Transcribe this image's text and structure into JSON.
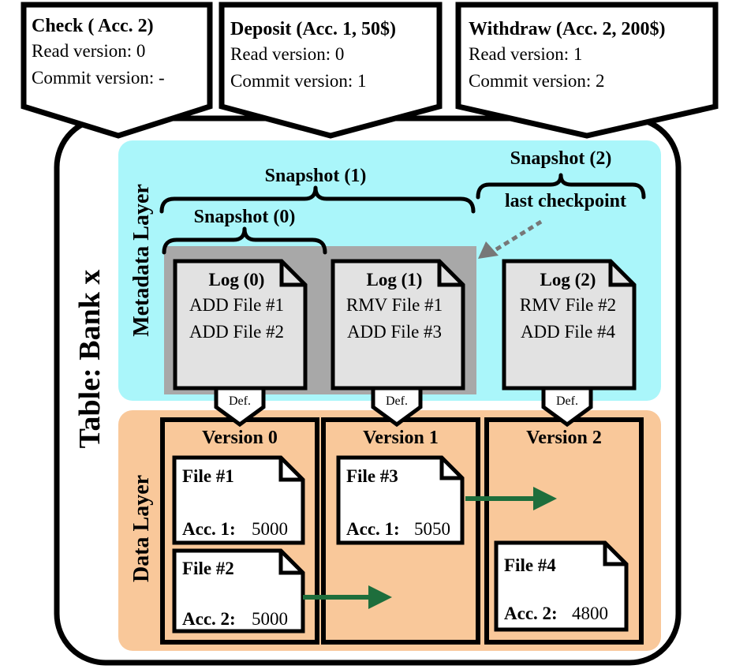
{
  "transactions": [
    {
      "title": "Check ( Acc. 2)",
      "read": "Read version: 0",
      "commit": "Commit version: -"
    },
    {
      "title": "Deposit (Acc. 1, 50$)",
      "read": "Read version: 0",
      "commit": "Commit version: 1"
    },
    {
      "title": "Withdraw (Acc. 2, 200$)",
      "read": "Read version: 1",
      "commit": "Commit version: 2"
    }
  ],
  "table_title": "Table: Bank x",
  "metadata_layer_label": "Metadata Layer",
  "data_layer_label": "Data Layer",
  "snapshots": {
    "s0": "Snapshot (0)",
    "s1": "Snapshot (1)",
    "s2": "Snapshot (2)",
    "checkpoint": "last checkpoint"
  },
  "logs": [
    {
      "title": "Log (0)",
      "line1": "ADD File #1",
      "line2": "ADD File #2"
    },
    {
      "title": "Log (1)",
      "line1": "RMV File #1",
      "line2": "ADD File #3"
    },
    {
      "title": "Log (2)",
      "line1": "RMV File #2",
      "line2": "ADD File #4"
    }
  ],
  "def_label": "Def.",
  "versions": [
    "Version 0",
    "Version 1",
    "Version 2"
  ],
  "files": [
    {
      "title": "File #1",
      "acc": "Acc. 1:",
      "value": "5000"
    },
    {
      "title": "File #2",
      "acc": "Acc. 2:",
      "value": "5000"
    },
    {
      "title": "File #3",
      "acc": "Acc. 1:",
      "value": "5050"
    },
    {
      "title": "File #4",
      "acc": "Acc. 2:",
      "value": "4800"
    }
  ],
  "colors": {
    "metadata_bg": "#aaf6fa",
    "data_bg": "#f9c89a",
    "log_fill": "#e2e2e2",
    "checkpoint_bg": "#a8a8a8",
    "arrow_green": "#1e6e3c",
    "dashed_arrow": "#777777"
  }
}
